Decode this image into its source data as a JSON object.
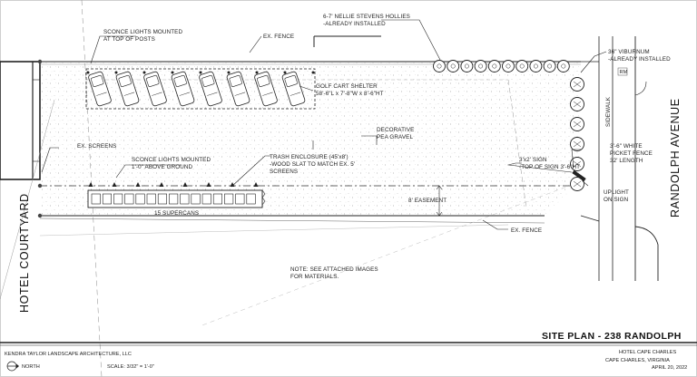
{
  "streets": {
    "left": "HOTEL COURTYARD",
    "right": "RANDOLPH AVENUE",
    "sidewalk": "SIDEWALK"
  },
  "labels": {
    "sconce_posts": [
      "SCONCE LIGHTS MOUNTED",
      "AT TOP OF POSTS"
    ],
    "fence_top": "EX. FENCE",
    "hollies": [
      "6-7' NELLIE STEVENS HOLLIES",
      "-ALREADY INSTALLED"
    ],
    "viburnum": [
      "36\" VIBURNUM",
      "-ALREADY INSTALLED"
    ],
    "golf_cart": [
      "GOLF CART SHELTER",
      "58'-6\"L x 7'-8\"W x 8'-6\"HT"
    ],
    "gravel": [
      "DECORATIVE",
      "PEA GRAVEL"
    ],
    "ex_screens": "EX. SCREENS",
    "sconce_ground": [
      "SCONCE LIGHTS MOUNTED",
      "1'-0\" ABOVE GROUND"
    ],
    "trash": [
      "TRASH ENCLOSURE (45'x8')",
      "-WOOD SLAT TO MATCH EX. 5'",
      "SCREENS"
    ],
    "supercans": "15 SUPERCANS",
    "easement": "8' EASEMENT",
    "sign": [
      "3'x2' SIGN",
      "-TOP OF SIGN 3'-6\"HT"
    ],
    "picket": [
      "3'-6\" WHITE",
      "PICKET FENCE",
      "32' LENGTH"
    ],
    "uplight": [
      "UPLIGHT",
      "ON SIGN"
    ],
    "fence_bottom": "EX. FENCE",
    "note": [
      "NOTE: SEE ATTACHED IMAGES",
      "FOR MATERIALS."
    ],
    "rm": "RM"
  },
  "title_block": {
    "sheet_title": "SITE PLAN - 238 RANDOLPH",
    "firm": "KENDRA TAYLOR LANDSCAPE ARCHITECTURE, LLC",
    "north": "NORTH",
    "scale": "SCALE: 3/32\" = 1'-0\"",
    "project": "HOTEL CAPE CHARLES",
    "location": "CAPE CHARLES, VIRGINIA",
    "date": "APRIL 20, 2022"
  },
  "plan": {
    "cart_count": 8,
    "supercan_count": 15,
    "holly_count": 10,
    "viburnum_count": 6
  }
}
